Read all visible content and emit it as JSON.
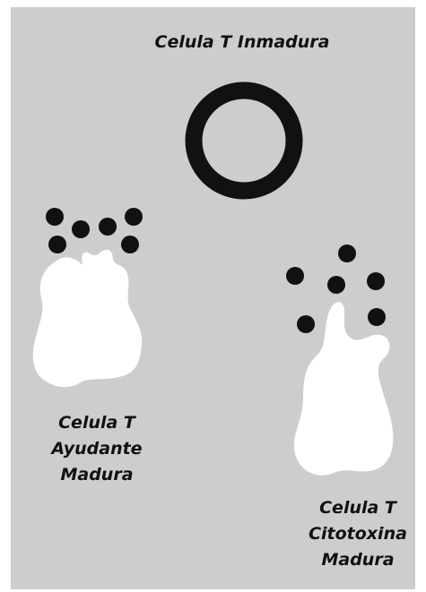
{
  "diagram": {
    "title": "Celula T  Inmadura",
    "helper_cell": {
      "label_lines": [
        "Celula T",
        "Ayudante",
        "Madura"
      ]
    },
    "cytotoxic_cell": {
      "label_lines": [
        "Celula T",
        "Citotoxina",
        "Madura"
      ]
    }
  },
  "colors": {
    "background": "#cdcdcf",
    "ink": "#111111",
    "cell_fill": "#ffffff"
  }
}
